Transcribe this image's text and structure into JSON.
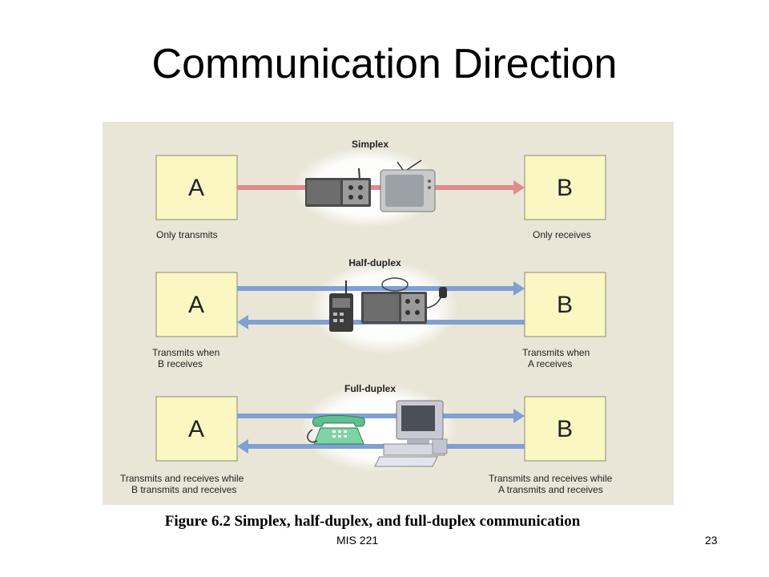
{
  "title": "Communication Direction",
  "diagram": {
    "modes": [
      {
        "label": "Simplex",
        "a": {
          "letter": "A",
          "caption": [
            "Only transmits"
          ]
        },
        "b": {
          "letter": "B",
          "caption": [
            "Only receives"
          ]
        },
        "arrows": [
          "a-to-b"
        ],
        "arrow_color": "#e38a8a",
        "devices": [
          "radio-icon",
          "television-icon"
        ]
      },
      {
        "label": "Half-duplex",
        "a": {
          "letter": "A",
          "caption": [
            "Transmits when",
            "B receives"
          ]
        },
        "b": {
          "letter": "B",
          "caption": [
            "Transmits when",
            "A receives"
          ]
        },
        "arrows": [
          "a-to-b",
          "b-to-a"
        ],
        "arrow_color": "#7fa0d2",
        "devices": [
          "walkie-talkie-icon",
          "cb-radio-icon"
        ]
      },
      {
        "label": "Full-duplex",
        "a": {
          "letter": "A",
          "caption": [
            "Transmits and receives while",
            "B transmits and receives"
          ]
        },
        "b": {
          "letter": "B",
          "caption": [
            "Transmits and receives while",
            "A transmits and receives"
          ]
        },
        "arrows": [
          "a-to-b",
          "b-to-a"
        ],
        "arrow_color": "#7fa0d2",
        "devices": [
          "telephone-icon",
          "computer-icon"
        ]
      }
    ],
    "colors": {
      "panel_background": "#e9e6d7",
      "box_fill": "#fbf7c2",
      "box_border": "#8a8a70"
    }
  },
  "caption": "Figure 6.2 Simplex, half-duplex, and full-duplex communication",
  "footer": {
    "course": "MIS 221",
    "page_number": "23"
  }
}
